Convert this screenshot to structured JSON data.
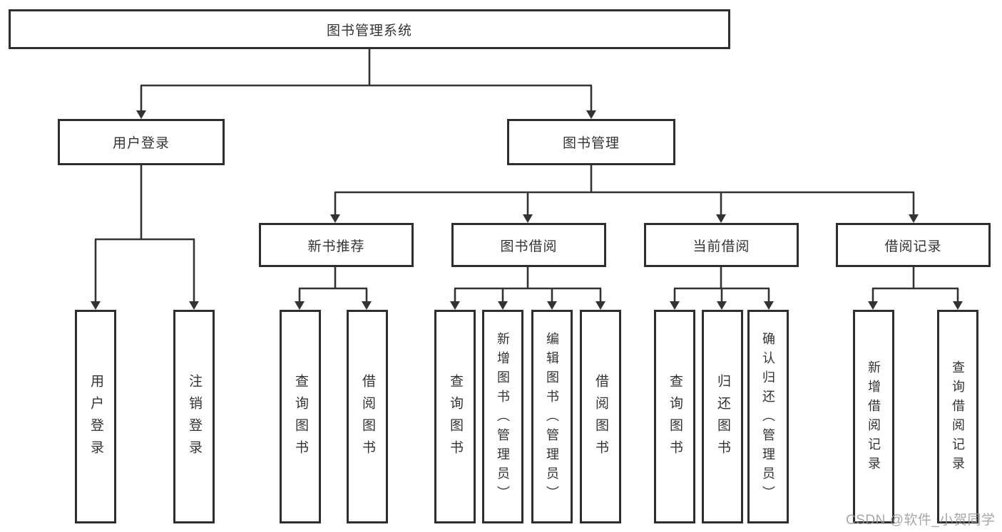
{
  "diagram": {
    "root": {
      "label": "图书管理系统"
    },
    "level2": [
      {
        "label": "用户登录"
      },
      {
        "label": "图书管理"
      }
    ],
    "level3": [
      {
        "label": "新书推荐"
      },
      {
        "label": "图书借阅"
      },
      {
        "label": "当前借阅"
      },
      {
        "label": "借阅记录"
      }
    ],
    "leaves": {
      "user_login": [
        "用户登录",
        "注销登录"
      ],
      "new_book_recommend": [
        "查询图书",
        "借阅图书"
      ],
      "book_borrow": [
        "查询图书",
        "新增图书（管理员）",
        "编辑图书（管理员）",
        "借阅图书"
      ],
      "current_borrow": [
        "查询图书",
        "归还图书",
        "确认归还（管理员）"
      ],
      "borrow_record": [
        "新增借阅记录",
        "查询借阅记录"
      ]
    }
  },
  "colors": {
    "line": "#333333",
    "box_border": "#2e2e2e",
    "text": "#333333",
    "watermark": "#999999",
    "background": "#ffffff"
  },
  "watermark": "CSDN @软件_小贺同学"
}
